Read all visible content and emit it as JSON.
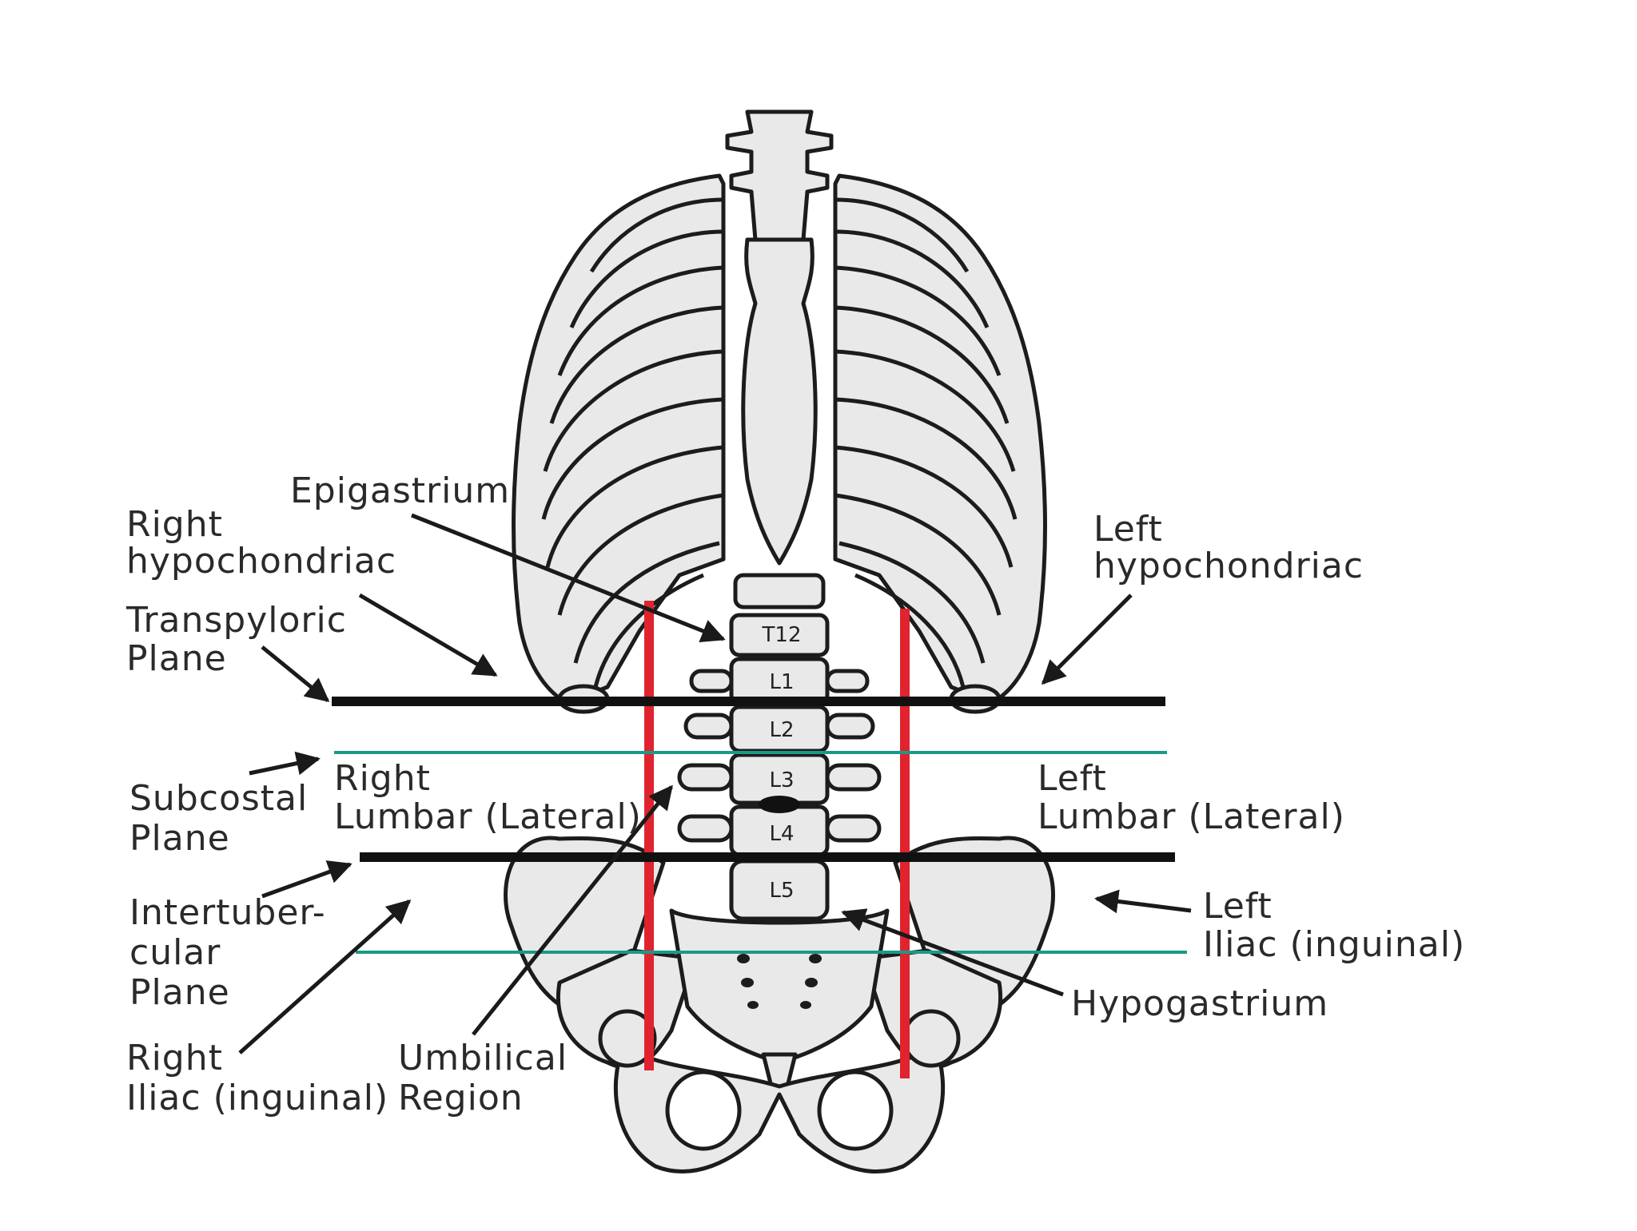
{
  "labels": {
    "epigastrium": "Epigastrium",
    "right_hypochondriac_1": "Right",
    "right_hypochondriac_2": "hypochondriac",
    "transpyloric_1": "Transpyloric",
    "transpyloric_2": "Plane",
    "left_hypochondriac_1": "Left",
    "left_hypochondriac_2": "hypochondriac",
    "subcostal_1": "Subcostal",
    "subcostal_2": "Plane",
    "right_lumbar_1": "Right",
    "right_lumbar_2": "Lumbar (Lateral)",
    "left_lumbar_1": "Left",
    "left_lumbar_2": "Lumbar (Lateral)",
    "intertubercular_1": "Intertuber-",
    "intertubercular_2": "cular",
    "intertubercular_3": "Plane",
    "left_iliac_1": "Left",
    "left_iliac_2": "Iliac (inguinal)",
    "hypogastrium": "Hypogastrium",
    "right_iliac_1": "Right",
    "right_iliac_2": "Iliac (inguinal)",
    "umbilical_1": "Umbilical",
    "umbilical_2": "Region"
  },
  "vertebrae": [
    "T12",
    "L1",
    "L2",
    "L3",
    "L4",
    "L5"
  ],
  "colors": {
    "horizontal_plane": "#111111",
    "subcostal_intertubercular_line": "#1a9a86",
    "midclavicular_line": "#e0232e",
    "bone_fill": "#e9e9e9",
    "bone_outline": "#1c1c1c"
  }
}
